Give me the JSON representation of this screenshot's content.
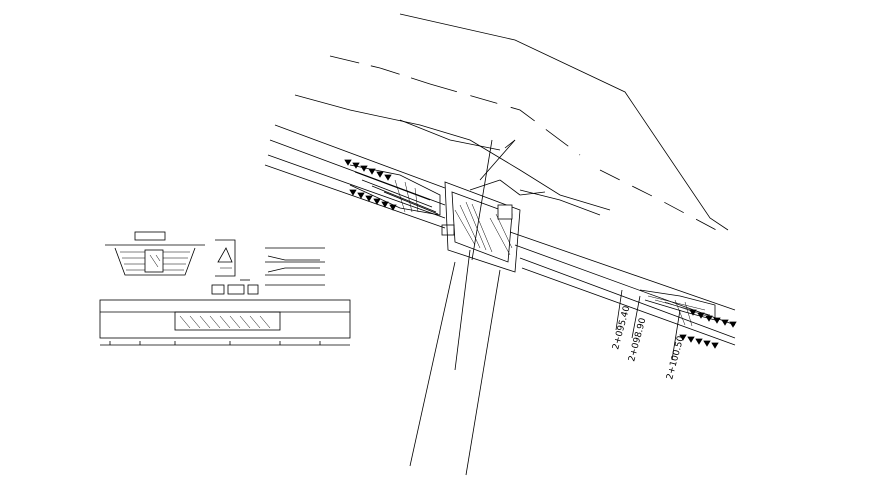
{
  "drawing": {
    "background": "#ffffff",
    "line_color": "#000000",
    "chainage_labels": [
      "2+095.40",
      "2+098.90",
      "2+100.50"
    ]
  }
}
